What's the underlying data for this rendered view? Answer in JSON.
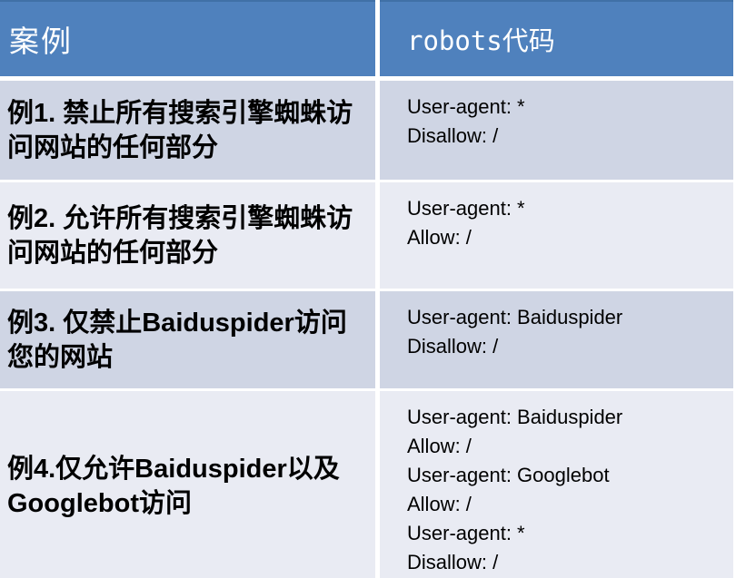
{
  "colors": {
    "header_bg": "#4F81BD",
    "header_top": "#4070A6",
    "header_text": "#FFFFFF",
    "row_dark": "#CFD5E4",
    "row_light": "#E9EBF3",
    "gap_color": "#FFFFFF",
    "body_text": "#000000"
  },
  "table": {
    "header": {
      "case_label": "案例",
      "code_label": "robots代码"
    },
    "rows": [
      {
        "case": "例1. 禁止所有搜索引擎蜘蛛访问网站的任何部分",
        "code_lines": [
          "User-agent: *",
          "Disallow: /"
        ]
      },
      {
        "case": "例2. 允许所有搜索引擎蜘蛛访问网站的任何部分",
        "code_lines": [
          "User-agent: *",
          "Allow: /"
        ]
      },
      {
        "case": "例3. 仅禁止Baiduspider访问您的网站",
        "code_lines": [
          "User-agent: Baiduspider",
          "Disallow: /"
        ]
      },
      {
        "case": "例4.仅允许Baiduspider以及Googlebot访问",
        "code_lines": [
          "User-agent: Baiduspider",
          "Allow: /",
          "User-agent: Googlebot",
          "Allow: /",
          "User-agent: *",
          "Disallow: /"
        ]
      }
    ]
  }
}
